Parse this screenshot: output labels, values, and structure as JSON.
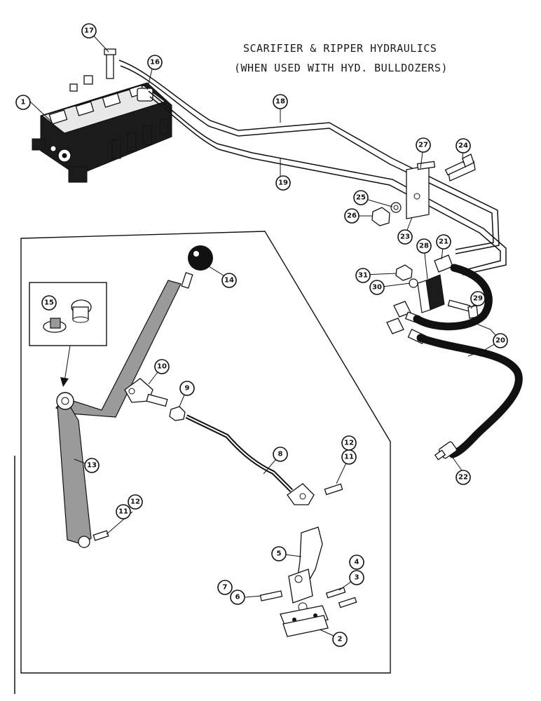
{
  "title": {
    "line1": "SCARIFIER & RIPPER HYDRAULICS",
    "line2": "(WHEN USED WITH HYD. BULLDOZERS)"
  },
  "callouts": [
    {
      "id": "1",
      "label": "1"
    },
    {
      "id": "2",
      "label": "2"
    },
    {
      "id": "3",
      "label": "3"
    },
    {
      "id": "4",
      "label": "4"
    },
    {
      "id": "5",
      "label": "5"
    },
    {
      "id": "6",
      "label": "6"
    },
    {
      "id": "7",
      "label": "7"
    },
    {
      "id": "8",
      "label": "8"
    },
    {
      "id": "9",
      "label": "9"
    },
    {
      "id": "10",
      "label": "10"
    },
    {
      "id": "11a",
      "label": "11"
    },
    {
      "id": "12a",
      "label": "12"
    },
    {
      "id": "11b",
      "label": "11"
    },
    {
      "id": "12b",
      "label": "12"
    },
    {
      "id": "13",
      "label": "13"
    },
    {
      "id": "14",
      "label": "14"
    },
    {
      "id": "15",
      "label": "15"
    },
    {
      "id": "16",
      "label": "16"
    },
    {
      "id": "17",
      "label": "17"
    },
    {
      "id": "18",
      "label": "18"
    },
    {
      "id": "19",
      "label": "19"
    },
    {
      "id": "20",
      "label": "20"
    },
    {
      "id": "21",
      "label": "21"
    },
    {
      "id": "22",
      "label": "22"
    },
    {
      "id": "23",
      "label": "23"
    },
    {
      "id": "24",
      "label": "24"
    },
    {
      "id": "25",
      "label": "25"
    },
    {
      "id": "26",
      "label": "26"
    },
    {
      "id": "27",
      "label": "27"
    },
    {
      "id": "28",
      "label": "28"
    },
    {
      "id": "29",
      "label": "29"
    },
    {
      "id": "30",
      "label": "30"
    },
    {
      "id": "31",
      "label": "31"
    }
  ]
}
